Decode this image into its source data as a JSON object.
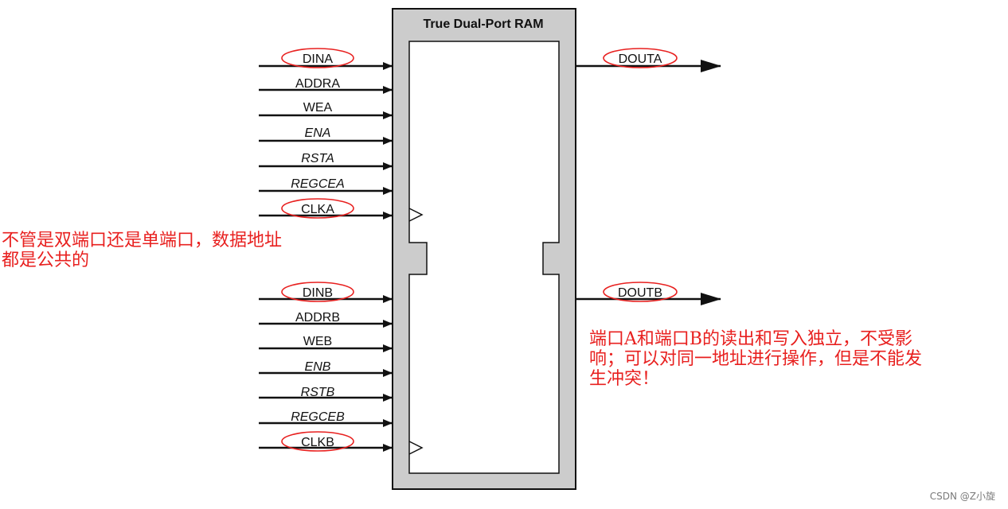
{
  "block": {
    "title": "True Dual-Port RAM",
    "fill_color": "#cccccc",
    "inner_color": "#ffffff"
  },
  "port_a_inputs": [
    {
      "label": "DINA",
      "italic": false,
      "circled": true
    },
    {
      "label": "ADDRA",
      "italic": false,
      "circled": false
    },
    {
      "label": "WEA",
      "italic": false,
      "circled": false
    },
    {
      "label": "ENA",
      "italic": true,
      "circled": false
    },
    {
      "label": "RSTA",
      "italic": true,
      "circled": false
    },
    {
      "label": "REGCEA",
      "italic": true,
      "circled": false
    },
    {
      "label": "CLKA",
      "italic": false,
      "circled": true
    }
  ],
  "port_b_inputs": [
    {
      "label": "DINB",
      "italic": false,
      "circled": true
    },
    {
      "label": "ADDRB",
      "italic": false,
      "circled": false
    },
    {
      "label": "WEB",
      "italic": false,
      "circled": false
    },
    {
      "label": "ENB",
      "italic": true,
      "circled": false
    },
    {
      "label": "RSTB",
      "italic": true,
      "circled": false
    },
    {
      "label": "REGCEB",
      "italic": true,
      "circled": false
    },
    {
      "label": "CLKB",
      "italic": false,
      "circled": true
    }
  ],
  "outputs": [
    {
      "label": "DOUTA",
      "circled": true
    },
    {
      "label": "DOUTB",
      "circled": true
    }
  ],
  "annotations": {
    "left": "不管是双端口还是单端口，数据地址\n都是公共的",
    "right": "端口A和端口B的读出和写入独立，不受影\n响；可以对同一地址进行操作，但是不能发\n生冲突！",
    "color": "#e8201f"
  },
  "watermark": "CSDN @Z小旋"
}
